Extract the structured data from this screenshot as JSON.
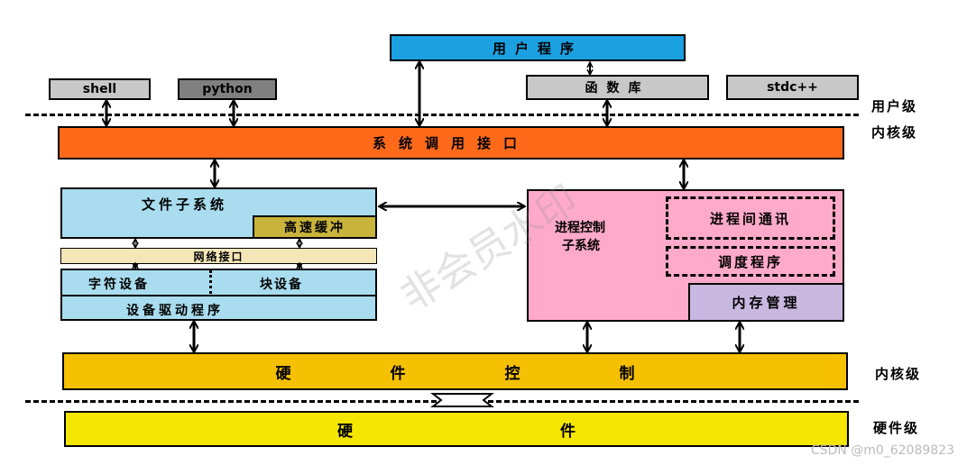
{
  "user_level": {
    "user_program": "用户程序",
    "shell": "shell",
    "python": "python",
    "libc": "函数库",
    "stdcpp": "stdc++",
    "tag": "用户级"
  },
  "kernel_level": {
    "tag": "内核级",
    "syscall": "系统调用接口",
    "fs": "文件子系统",
    "cache": "高速缓冲",
    "net": "网络接口",
    "char_dev": "字符设备",
    "block_dev": "块设备",
    "driver": "设备驱动程序",
    "proc_title_1": "进程控制",
    "proc_title_2": "子系统",
    "ipc": "进程间通讯",
    "sched": "调度程序",
    "mem": "内存管理",
    "hw_ctrl": "硬件控制",
    "tag2": "内核级"
  },
  "hardware_level": {
    "hardware": "硬件",
    "tag": "硬件级"
  },
  "watermark": "非会员水印",
  "credit": "CSDN @m0_62089823",
  "colors": {
    "user_program": "#1ba1e2",
    "gray_box": "#c8c8c8",
    "python_box": "#808080",
    "syscall": "#ff6a1a",
    "fs": "#a8dcee",
    "cache": "#c8b43a",
    "net": "#f5e6b8",
    "proc": "#ffaac8",
    "mem": "#c8b8e0",
    "hw_ctrl": "#f5c000",
    "hardware": "#f5e600"
  }
}
